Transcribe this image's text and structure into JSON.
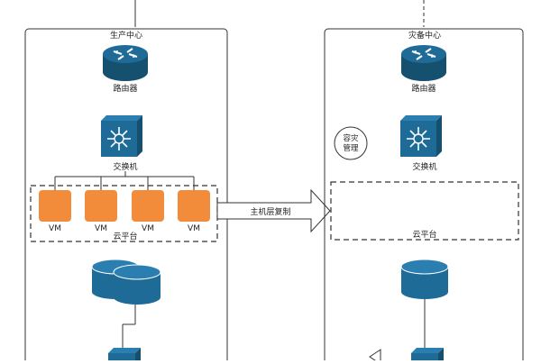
{
  "left_site": {
    "title": "生产中心",
    "router_label": "路由器",
    "switch_label": "交换机",
    "vms": [
      "VM",
      "VM",
      "VM",
      "VM"
    ],
    "cloud_label": "云平台"
  },
  "right_site": {
    "title": "灾备中心",
    "router_label": "路由器",
    "switch_label": "交换机",
    "cloud_label": "云平台",
    "dr_mgmt_line1": "容灾",
    "dr_mgmt_line2": "管理"
  },
  "replication_label": "主机层复制",
  "colors": {
    "device_blue": "#1f6b97",
    "device_blue_dark": "#15506f",
    "vm_orange": "#f28c3a",
    "border": "#333333"
  }
}
